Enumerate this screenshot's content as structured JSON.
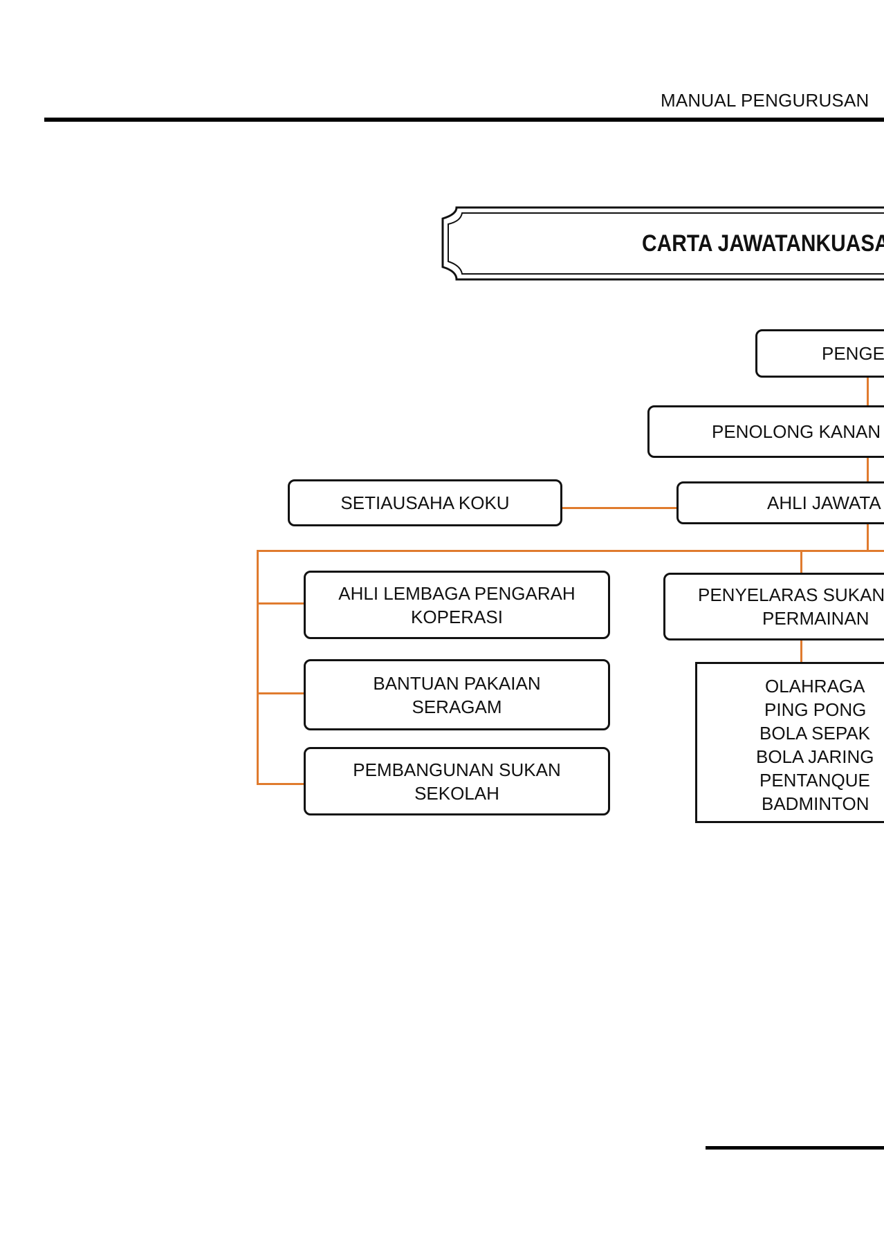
{
  "header": {
    "title": "MANUAL PENGURUSAN"
  },
  "diagram": {
    "title": "CARTA JAWATANKUASA",
    "nodes": {
      "pengetua": "PENGE",
      "penolong_kanan": "PENOLONG KANAN",
      "ahli_jawatankuasa": "AHLI JAWATA",
      "setiausaha_koku": "SETIAUSAHA KOKU",
      "ahli_lembaga": [
        "AHLI LEMBAGA PENGARAH",
        "KOPERASI"
      ],
      "bantuan_pakaian": [
        "BANTUAN PAKAIAN",
        "SERAGAM"
      ],
      "pembangunan_sukan": [
        "PEMBANGUNAN SUKAN",
        "SEKOLAH"
      ],
      "penyelaras_sukan": [
        "PENYELARAS SUKAN",
        "PERMAINAN"
      ],
      "sports_list": [
        "OLAHRAGA",
        "PING PONG",
        "BOLA SEPAK",
        "BOLA JARING",
        "PENTANQUE",
        "BADMINTON"
      ]
    },
    "connector_color": "#E07B2E"
  }
}
